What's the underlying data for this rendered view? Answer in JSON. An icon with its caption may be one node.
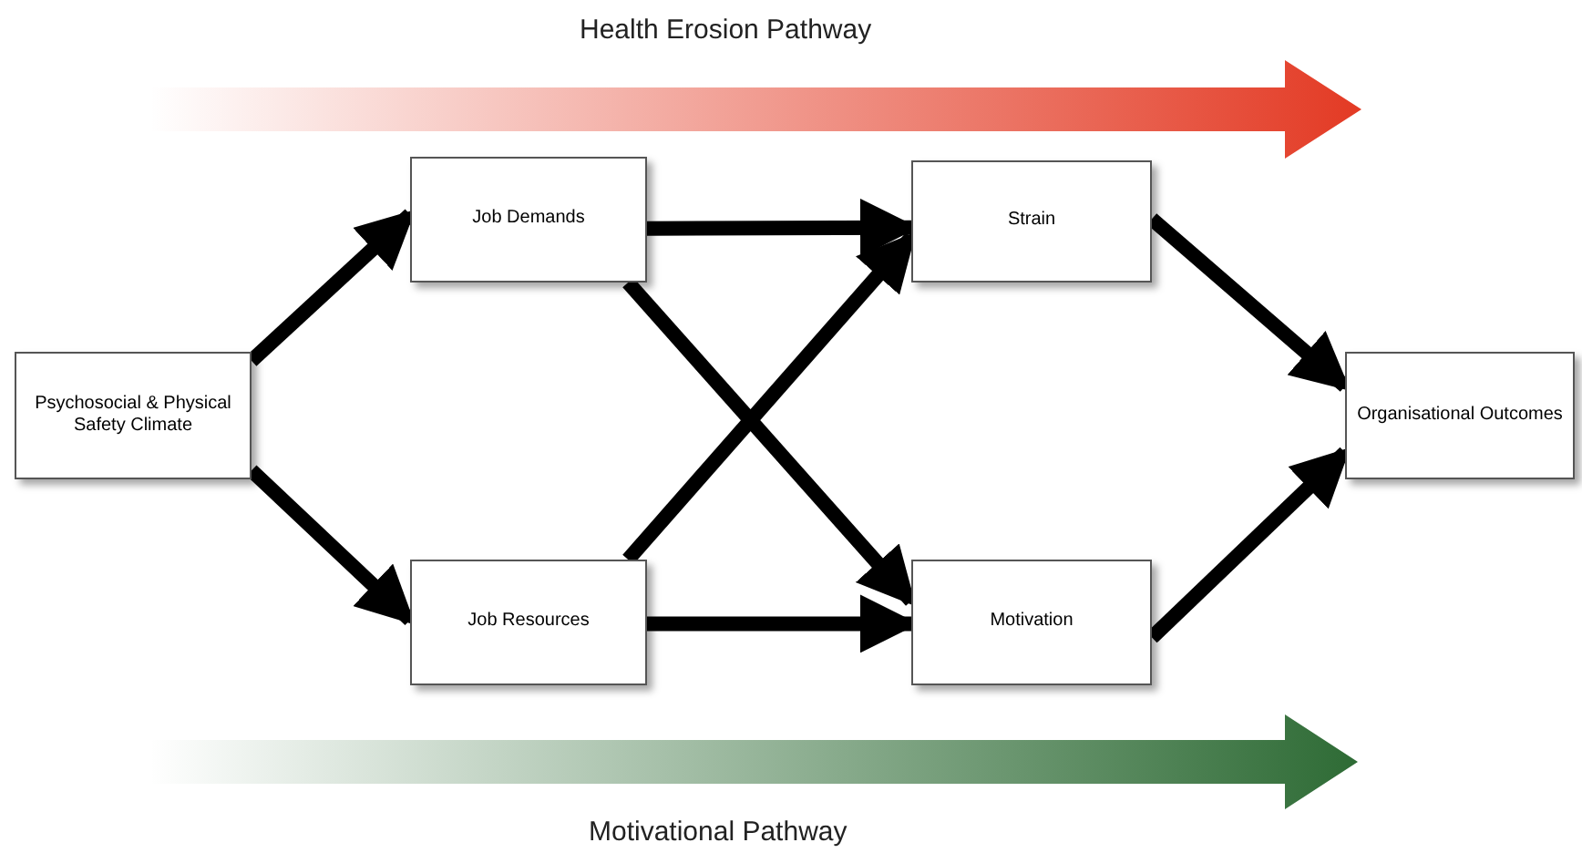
{
  "diagram": {
    "nodes": [
      {
        "text": [
          "Psychosocial & Physical Safety Climate"
        ]
      },
      {
        "text": [
          "Job Demands"
        ]
      },
      {
        "text": [
          "Job Resources"
        ]
      },
      {
        "text": [
          "Strain"
        ]
      },
      {
        "text": [
          "Motivation"
        ]
      },
      {
        "text": [
          "Organisational Outcomes"
        ]
      }
    ],
    "edges": [
      {
        "from": 0,
        "to": 1,
        "arrow": "to"
      },
      {
        "from": 0,
        "to": 2,
        "arrow": "to"
      },
      {
        "from": 1,
        "to": 3,
        "arrow": "to"
      },
      {
        "from": 1,
        "to": 4,
        "arrow": "to"
      },
      {
        "from": 2,
        "to": 3,
        "arrow": "to"
      },
      {
        "from": 2,
        "to": 4,
        "arrow": "to"
      },
      {
        "from": 3,
        "to": 5,
        "arrow": "to"
      },
      {
        "from": 4,
        "to": 5,
        "arrow": "to"
      }
    ],
    "labels": [
      "Health Erosion Pathway",
      "Motivational Pathway"
    ]
  }
}
